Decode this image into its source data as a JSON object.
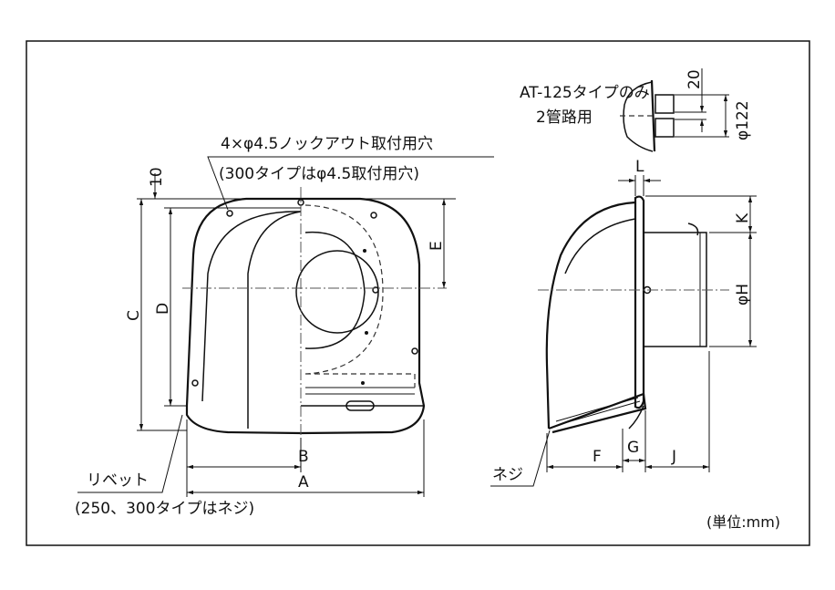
{
  "title_note": {
    "line1": "AT-125タイプのみ",
    "line2": "2管路用"
  },
  "knockout_note": {
    "line1": "4×φ4.5ノックアウト取付用穴",
    "line2": "(300タイプはφ4.5取付用穴)"
  },
  "rivet_note": {
    "line1": "リベット",
    "line2": "(250、300タイプはネジ)"
  },
  "screw_label": "ネジ",
  "unit_label": "(単位:mm)",
  "dims": {
    "ten": "10",
    "C": "C",
    "D": "D",
    "E": "E",
    "A": "A",
    "B": "B",
    "F": "F",
    "G": "G",
    "J": "J",
    "K": "K",
    "L": "L",
    "H": "φH",
    "twenty": "20",
    "phi122": "φ122"
  }
}
